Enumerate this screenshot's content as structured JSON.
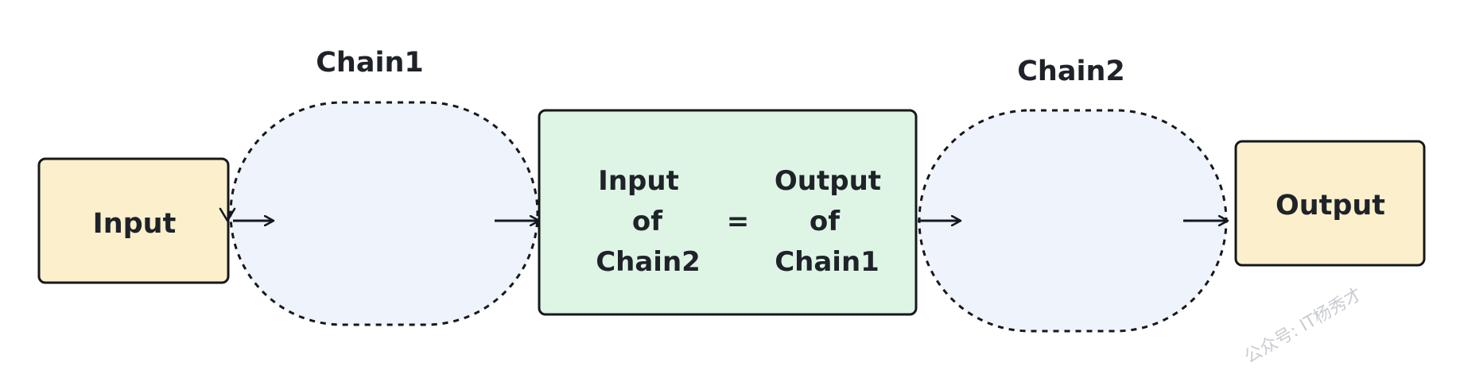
{
  "input_box": {
    "label": "Input"
  },
  "output_box": {
    "label": "Output"
  },
  "chain1": {
    "label": "Chain1"
  },
  "chain2": {
    "label": "Chain2"
  },
  "middle_box": {
    "left_lines": [
      "Input",
      "of",
      "Chain2"
    ],
    "equals": "=",
    "right_lines": [
      "Output",
      "of",
      "Chain1"
    ]
  },
  "watermark": "公众号: IT杨秀才",
  "colors": {
    "io_fill": "#fcf0cc",
    "chain_fill": "#eef3fc",
    "middle_fill": "#def5e5",
    "stroke": "#15181c"
  }
}
